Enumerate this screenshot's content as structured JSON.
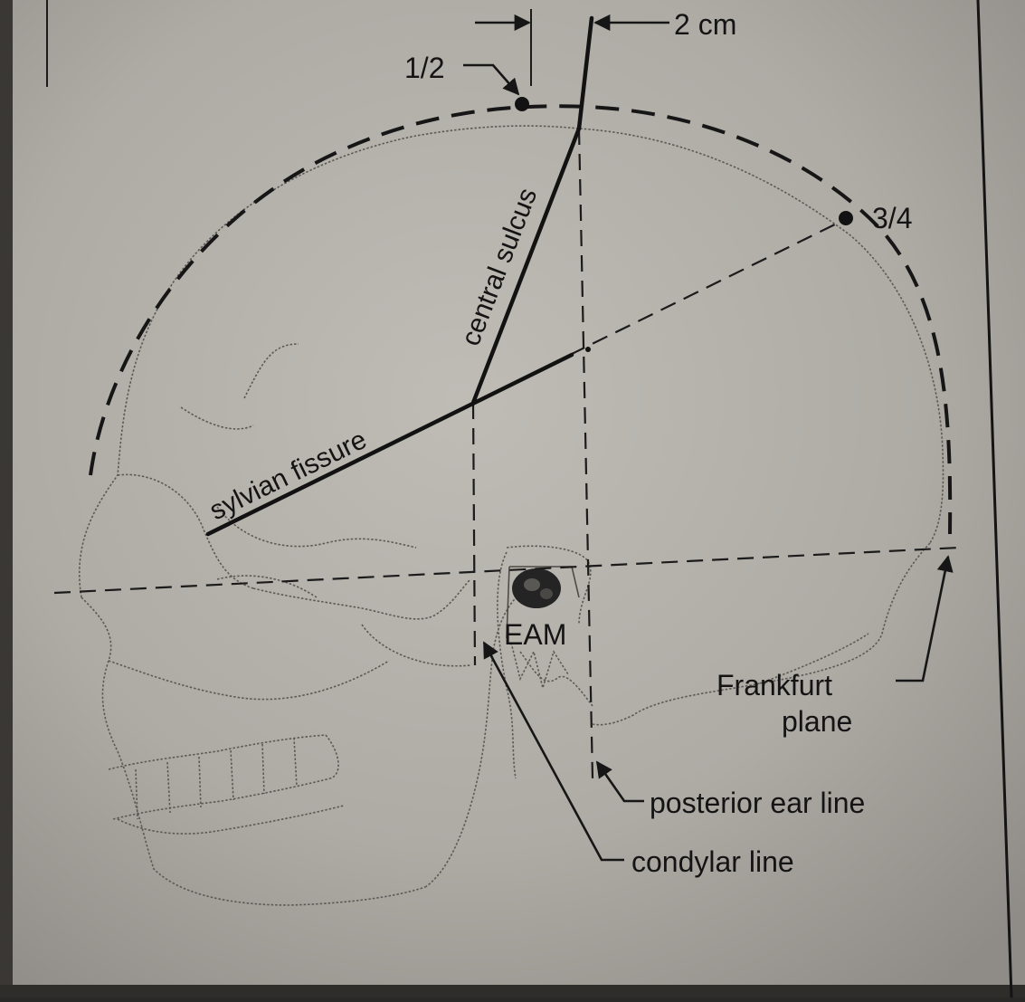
{
  "labels": {
    "two_cm": "2 cm",
    "half": "1/2",
    "three_quarter": "3/4",
    "central_sulcus": "central sulcus",
    "sylvian_fissure": "sylvian fissure",
    "eam": "EAM",
    "frankfurt_line1": "Frankfurt",
    "frankfurt_line2": "plane",
    "posterior_ear_line": "posterior ear line",
    "condylar_line": "condylar line"
  },
  "colors": {
    "paper": "#b4b1ab",
    "ink": "#141414"
  }
}
